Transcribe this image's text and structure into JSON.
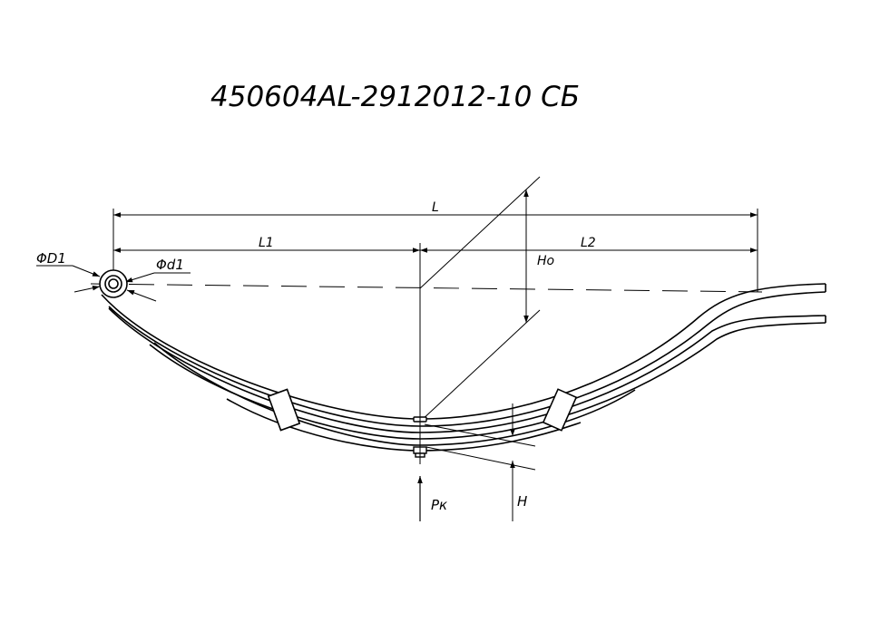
{
  "title": "450604AL-2912012-10 СБ",
  "dimensions": {
    "L": "L",
    "L1": "L1",
    "L2": "L2",
    "Ho": "Ho",
    "D1": "ΦD1",
    "d1": "Φd1",
    "Pk": "Pк",
    "H": "H"
  },
  "colors": {
    "line": "#000000",
    "background": "#ffffff"
  }
}
